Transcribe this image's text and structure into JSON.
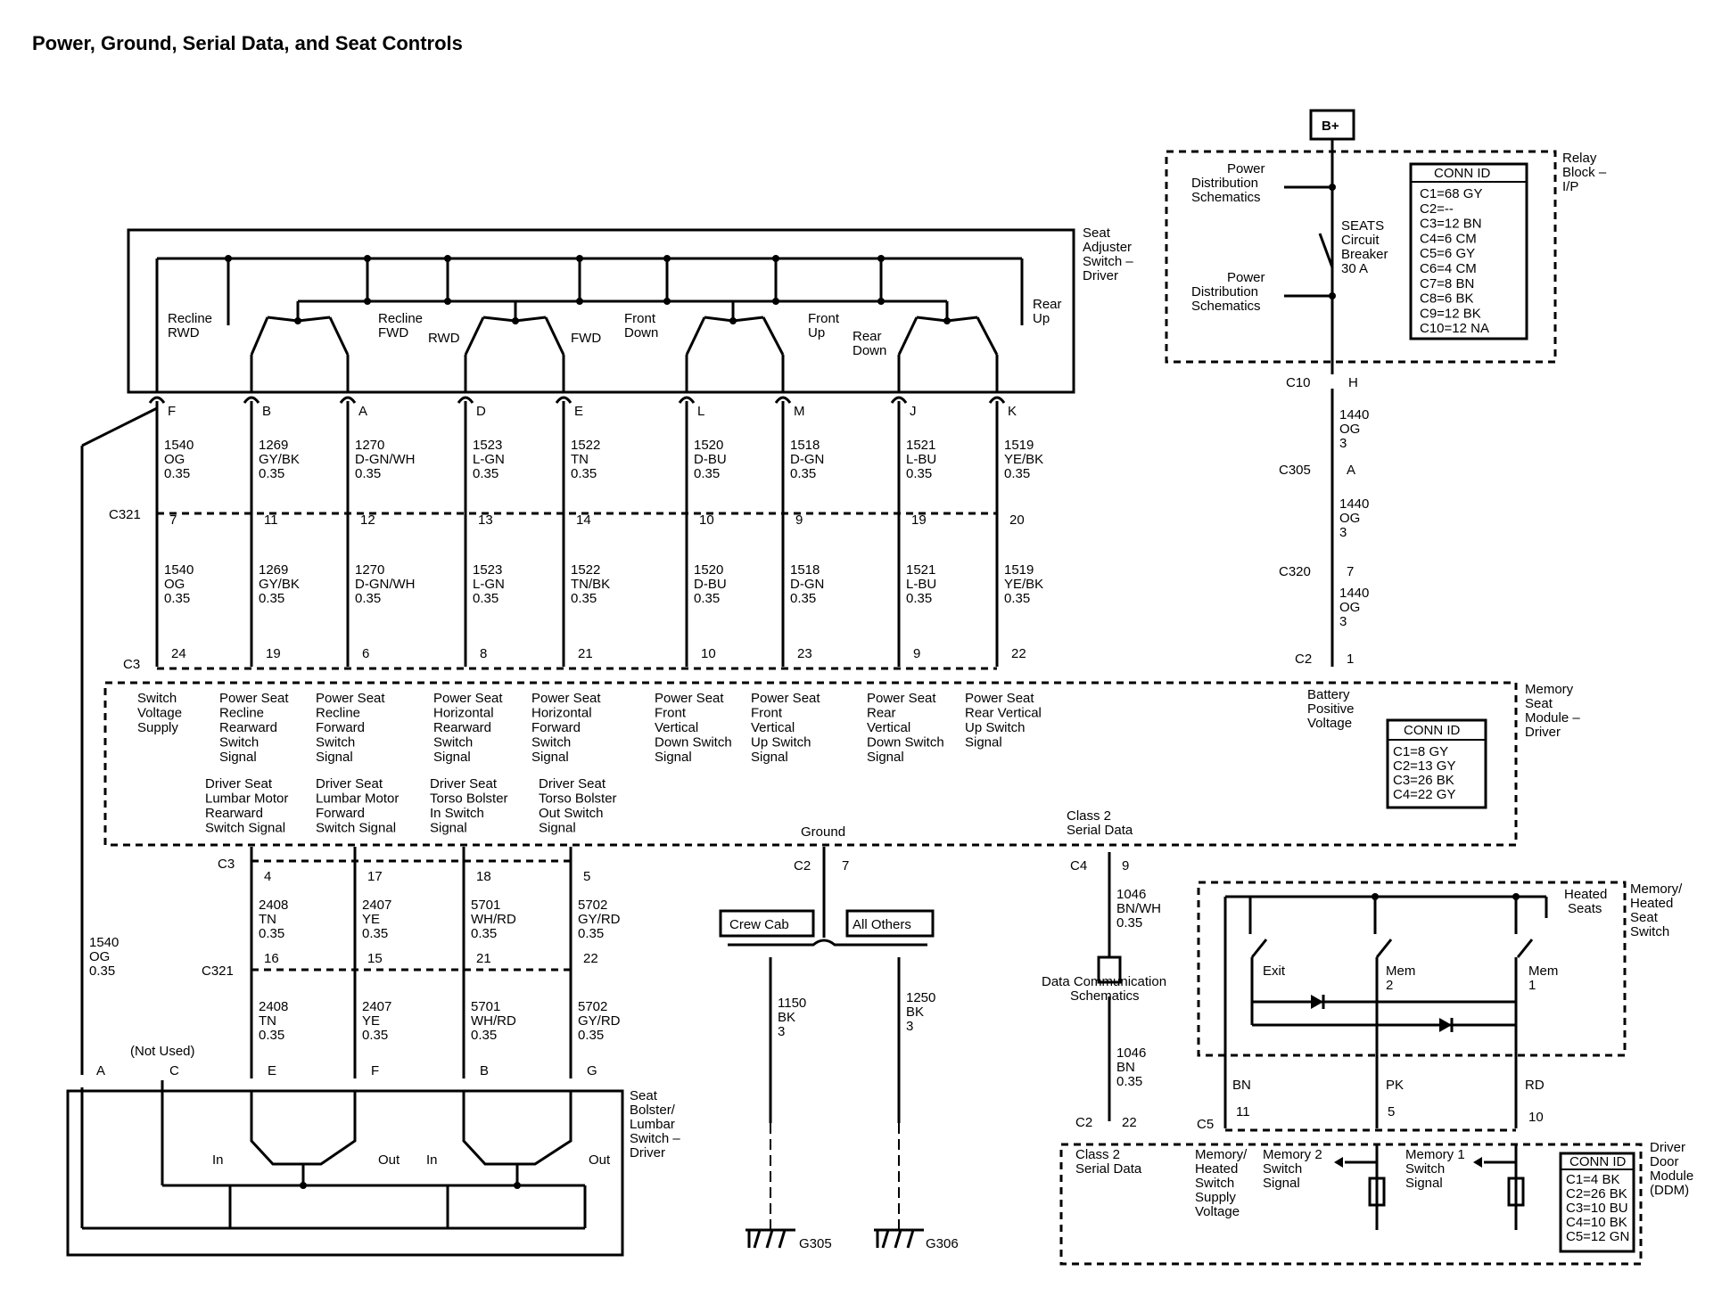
{
  "title": "Power, Ground, Serial Data, and Seat Controls",
  "battery": {
    "label": "B+"
  },
  "relay_block": {
    "name": [
      "Relay",
      "Block –",
      "I/P"
    ],
    "power_dist_1": [
      "Power",
      "Distribution",
      "Schematics"
    ],
    "power_dist_2": [
      "Power",
      "Distribution",
      "Schematics"
    ],
    "breaker": [
      "SEATS",
      "Circuit",
      "Breaker",
      "30 A"
    ],
    "conn_header": "CONN ID",
    "conn_rows": [
      "C1=68 GY",
      "C2=--",
      "C3=12 BN",
      "C4=6 CM",
      "C5=6 GY",
      "C6=4 CM",
      "C7=8 BN",
      "C8=6 BK",
      "C9=12 BK",
      "C10=12 NA"
    ]
  },
  "battery_feed": {
    "c10": "C10",
    "c10_pin": "H",
    "seg1": [
      "1440",
      "OG",
      "3"
    ],
    "c305": "C305",
    "c305_pin": "A",
    "seg2": [
      "1440",
      "OG",
      "3"
    ],
    "c320": "C320",
    "c320_pin": "7",
    "seg3": [
      "1440",
      "OG",
      "3"
    ],
    "c2": "C2",
    "c2_pin": "1",
    "label": [
      "Battery",
      "Positive",
      "Voltage"
    ]
  },
  "seat_adjuster": {
    "name": [
      "Seat",
      "Adjuster",
      "Switch –",
      "Driver"
    ],
    "labels": {
      "recline_rwd": [
        "Recline",
        "RWD"
      ],
      "recline_fwd": [
        "Recline",
        "FWD"
      ],
      "rwd": "RWD",
      "fwd": "FWD",
      "front_down": [
        "Front",
        "Down"
      ],
      "front_up": [
        "Front",
        "Up"
      ],
      "rear_down": [
        "Rear",
        "Down"
      ],
      "rear_up": [
        "Rear",
        "Up"
      ]
    }
  },
  "upper_wires": [
    {
      "pin": "F",
      "circuit": "1540",
      "color": "OG",
      "gauge": "0.35",
      "c321_pin": "7",
      "circuit2": "1540",
      "color2": "OG",
      "gauge2": "0.35",
      "c3_pin": "24",
      "signal": [
        "Switch",
        "Voltage",
        "Supply"
      ]
    },
    {
      "pin": "B",
      "circuit": "1269",
      "color": "GY/BK",
      "gauge": "0.35",
      "c321_pin": "11",
      "circuit2": "1269",
      "color2": "GY/BK",
      "gauge2": "0.35",
      "c3_pin": "19",
      "signal": [
        "Power Seat",
        "Recline",
        "Rearward",
        "Switch",
        "Signal"
      ]
    },
    {
      "pin": "A",
      "circuit": "1270",
      "color": "D-GN/WH",
      "gauge": "0.35",
      "c321_pin": "12",
      "circuit2": "1270",
      "color2": "D-GN/WH",
      "gauge2": "0.35",
      "c3_pin": "6",
      "signal": [
        "Power Seat",
        "Recline",
        "Forward",
        "Switch",
        "Signal"
      ]
    },
    {
      "pin": "D",
      "circuit": "1523",
      "color": "L-GN",
      "gauge": "0.35",
      "c321_pin": "13",
      "circuit2": "1523",
      "color2": "L-GN",
      "gauge2": "0.35",
      "c3_pin": "8",
      "signal": [
        "Power Seat",
        "Horizontal",
        "Rearward",
        "Switch",
        "Signal"
      ]
    },
    {
      "pin": "E",
      "circuit": "1522",
      "color": "TN",
      "gauge": "0.35",
      "c321_pin": "14",
      "circuit2": "1522",
      "color2": "TN/BK",
      "gauge2": "0.35",
      "c3_pin": "21",
      "signal": [
        "Power Seat",
        "Horizontal",
        "Forward",
        "Switch",
        "Signal"
      ]
    },
    {
      "pin": "L",
      "circuit": "1520",
      "color": "D-BU",
      "gauge": "0.35",
      "c321_pin": "10",
      "circuit2": "1520",
      "color2": "D-BU",
      "gauge2": "0.35",
      "c3_pin": "10",
      "signal": [
        "Power Seat",
        "Front",
        "Vertical",
        "Down Switch",
        "Signal"
      ]
    },
    {
      "pin": "M",
      "circuit": "1518",
      "color": "D-GN",
      "gauge": "0.35",
      "c321_pin": "9",
      "circuit2": "1518",
      "color2": "D-GN",
      "gauge2": "0.35",
      "c3_pin": "23",
      "signal": [
        "Power Seat",
        "Front",
        "Vertical",
        "Up Switch",
        "Signal"
      ]
    },
    {
      "pin": "J",
      "circuit": "1521",
      "color": "L-BU",
      "gauge": "0.35",
      "c321_pin": "19",
      "circuit2": "1521",
      "color2": "L-BU",
      "gauge2": "0.35",
      "c3_pin": "9",
      "signal": [
        "Power Seat",
        "Rear",
        "Vertical",
        "Down Switch",
        "Signal"
      ]
    },
    {
      "pin": "K",
      "circuit": "1519",
      "color": "YE/BK",
      "gauge": "0.35",
      "c321_pin": "20",
      "circuit2": "1519",
      "color2": "YE/BK",
      "gauge2": "0.35",
      "c3_pin": "22",
      "signal": [
        "Power Seat",
        "Rear Vertical",
        "Up Switch",
        "Signal"
      ]
    }
  ],
  "connectors": {
    "c321": "C321",
    "c3": "C3",
    "c2": "C2",
    "c4": "C4",
    "c5": "C5"
  },
  "memory_module": {
    "name": [
      "Memory",
      "Seat",
      "Module –",
      "Driver"
    ],
    "conn_header": "CONN ID",
    "conn_rows": [
      "C1=8 GY",
      "C2=13 GY",
      "C3=26 BK",
      "C4=22 GY"
    ],
    "ground_label": "Ground",
    "ground_pin": "7",
    "class2": [
      "Class 2",
      "Serial Data"
    ],
    "class2_pin": "9"
  },
  "lower_wires": [
    {
      "signal": [
        "Driver Seat",
        "Lumbar Motor",
        "Rearward",
        "Switch Signal"
      ],
      "c3_pin": "4",
      "circuit": "2408",
      "color": "TN",
      "gauge": "0.35",
      "c321_pin": "16",
      "circuit2": "2408",
      "color2": "TN",
      "gauge2": "0.35",
      "pin": "E"
    },
    {
      "signal": [
        "Driver Seat",
        "Lumbar Motor",
        "Forward",
        "Switch Signal"
      ],
      "c3_pin": "17",
      "circuit": "2407",
      "color": "YE",
      "gauge": "0.35",
      "c321_pin": "15",
      "circuit2": "2407",
      "color2": "YE",
      "gauge2": "0.35",
      "pin": "F"
    },
    {
      "signal": [
        "Driver Seat",
        "Torso Bolster",
        "In Switch",
        "Signal"
      ],
      "c3_pin": "18",
      "circuit": "5701",
      "color": "WH/RD",
      "gauge": "0.35",
      "c321_pin": "21",
      "circuit2": "5701",
      "color2": "WH/RD",
      "gauge2": "0.35",
      "pin": "B"
    },
    {
      "signal": [
        "Driver Seat",
        "Torso Bolster",
        "Out Switch",
        "Signal"
      ],
      "c3_pin": "5",
      "circuit": "5702",
      "color": "GY/RD",
      "gauge": "0.35",
      "c321_pin": "22",
      "circuit2": "5702",
      "color2": "GY/RD",
      "gauge2": "0.35",
      "pin": "G"
    }
  ],
  "bolster_switch": {
    "name": [
      "Seat",
      "Bolster/",
      "Lumbar",
      "Switch –",
      "Driver"
    ],
    "pin_a": "A",
    "pin_c": "C",
    "not_used": "(Not Used)",
    "feed": [
      "1540",
      "OG",
      "0.35"
    ],
    "in1": "In",
    "out1": "Out",
    "in2": "In",
    "out2": "Out"
  },
  "grounds": {
    "crew_cab": "Crew Cab",
    "all_others": "All Others",
    "wire1": [
      "1150",
      "BK",
      "3"
    ],
    "wire2": [
      "1250",
      "BK",
      "3"
    ],
    "g1": "G305",
    "g2": "G306"
  },
  "data_comm": {
    "wire1": [
      "1046",
      "BN/WH",
      "0.35"
    ],
    "label": [
      "Data Communication",
      "Schematics"
    ],
    "wire2": [
      "1046",
      "BN",
      "0.35"
    ],
    "c2_pin": "22"
  },
  "memory_switch": {
    "name": [
      "Memory/",
      "Heated",
      "Seat",
      "Switch"
    ],
    "heated": [
      "Heated",
      "Seats"
    ],
    "exit": "Exit",
    "mem2": [
      "Mem",
      "2"
    ],
    "mem1": [
      "Mem",
      "1"
    ],
    "bn": "BN",
    "pk": "PK",
    "rd": "RD",
    "pin11": "11",
    "pin5": "5",
    "pin10": "10"
  },
  "ddm": {
    "name": [
      "Driver",
      "Door",
      "Module",
      "(DDM)"
    ],
    "class2": [
      "Class 2",
      "Serial Data"
    ],
    "supply": [
      "Memory/",
      "Heated",
      "Switch",
      "Supply",
      "Voltage"
    ],
    "mem2": [
      "Memory 2",
      "Switch",
      "Signal"
    ],
    "mem1": [
      "Memory 1",
      "Switch",
      "Signal"
    ],
    "conn_header": "CONN ID",
    "conn_rows": [
      "C1=4 BK",
      "C2=26 BK",
      "C3=10 BU",
      "C4=10 BK",
      "C5=12 GN"
    ]
  }
}
